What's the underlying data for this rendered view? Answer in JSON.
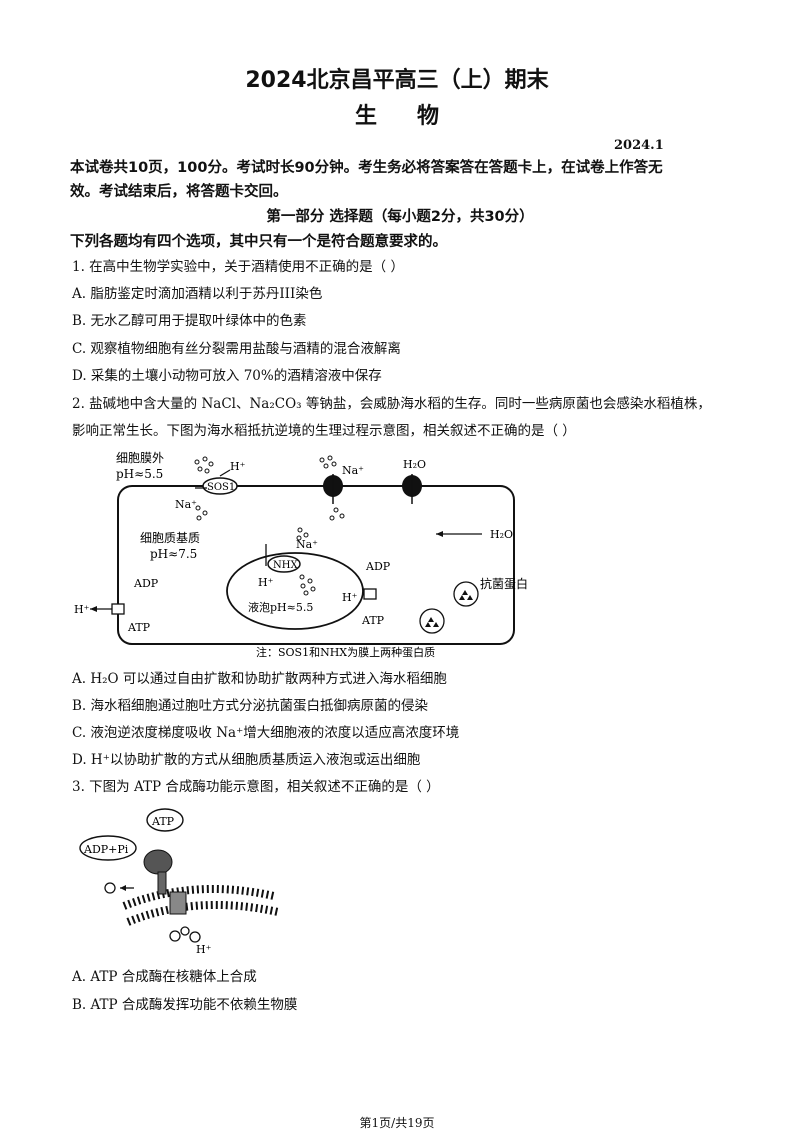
{
  "header": {
    "title": "2024北京昌平高三（上）期末",
    "subject": "生物",
    "date": "2024.1"
  },
  "instructions": {
    "line1": "本试卷共10页，100分。考试时长90分钟。考生务必将答案答在答题卡上，在试卷上作答无",
    "line2": "效。考试结束后，将答题卡交回。"
  },
  "section": {
    "title": "第一部分  选择题（每小题2分，共30分）",
    "direction": "下列各题均有四个选项，其中只有一个是符合题意要求的。"
  },
  "q1": {
    "stem": "1. 在高中生物学实验中，关于酒精使用不正确的是（    ）",
    "options": [
      "A. 脂肪鉴定时滴加酒精以利于苏丹III染色",
      "B. 无水乙醇可用于提取叶绿体中的色素",
      "C. 观察植物细胞有丝分裂需用盐酸与酒精的混合液解离",
      "D. 采集的土壤小动物可放入 70%的酒精溶液中保存"
    ]
  },
  "q2": {
    "stem1": "2. 盐碱地中含大量的 NaCl、Na₂CO₃ 等钠盐，会威胁海水稻的生存。同时一些病原菌也会感染水稻植株，",
    "stem2": "影响正常生长。下图为海水稻抵抗逆境的生理过程示意图，相关叙述不正确的是（    ）",
    "figure": {
      "outside_label": "细胞膜外",
      "outside_ph": "pH≈5.5",
      "cytoplasm_label": "细胞质基质",
      "cytoplasm_ph": "pH≈7.5",
      "vacuole_label": "液泡pH≈5.5",
      "sos1": "SOS1",
      "nhx": "NHX",
      "h_plus": "H⁺",
      "na_plus": "Na⁺",
      "h2o": "H₂O",
      "adp": "ADP",
      "atp": "ATP",
      "antibacterial": "抗菌蛋白",
      "note": "注：SOS1和NHX为膜上两种蛋白质"
    },
    "options": [
      "A. H₂O 可以通过自由扩散和协助扩散两种方式进入海水稻细胞",
      "B. 海水稻细胞通过胞吐方式分泌抗菌蛋白抵御病原菌的侵染",
      "C. 液泡逆浓度梯度吸收 Na⁺增大细胞液的浓度以适应高浓度环境",
      "D. H⁺以协助扩散的方式从细胞质基质运入液泡或运出细胞"
    ]
  },
  "q3": {
    "stem": "3. 下图为 ATP 合成酶功能示意图，相关叙述不正确的是（    ）",
    "figure": {
      "atp": "ATP",
      "adp_pi": "ADP+Pi",
      "h_plus": "H⁺"
    },
    "options": [
      "A. ATP 合成酶在核糖体上合成",
      "B. ATP 合成酶发挥功能不依赖生物膜"
    ]
  },
  "footer": {
    "page": "第1页/共19页"
  }
}
